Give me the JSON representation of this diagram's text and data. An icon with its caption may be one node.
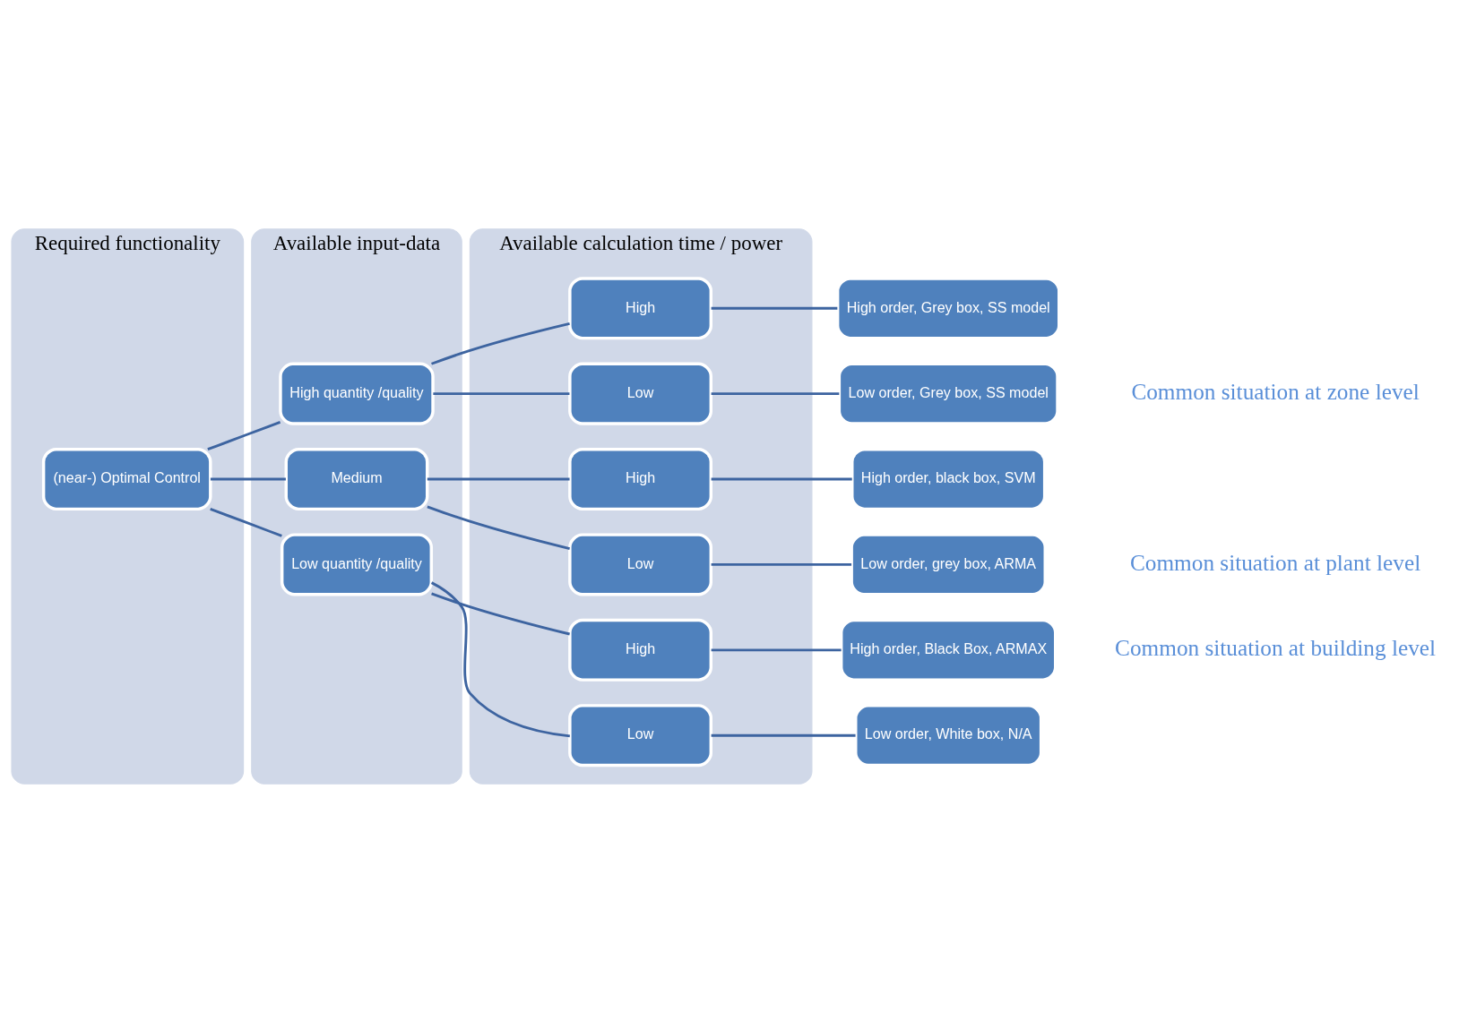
{
  "diagram": {
    "nodes": [
      {
        "text": [
          "Required functionality"
        ]
      },
      {
        "text": [
          "Available input-data"
        ]
      },
      {
        "text": [
          "Available calculation time / power"
        ]
      },
      {
        "text": [
          "(near-) Optimal Control"
        ],
        "in": 0
      },
      {
        "text": [
          "High quantity /quality"
        ],
        "in": 1
      },
      {
        "text": [
          "Medium"
        ],
        "in": 1
      },
      {
        "text": [
          "Low quantity /quality"
        ],
        "in": 1
      },
      {
        "text": [
          "High"
        ],
        "in": 2
      },
      {
        "text": [
          "Low"
        ],
        "in": 2
      },
      {
        "text": [
          "High"
        ],
        "in": 2
      },
      {
        "text": [
          "Low"
        ],
        "in": 2
      },
      {
        "text": [
          "High"
        ],
        "in": 2
      },
      {
        "text": [
          "Low"
        ],
        "in": 2
      },
      {
        "text": [
          "High order, Grey box, SS model"
        ]
      },
      {
        "text": [
          "Low order, Grey box, SS model"
        ]
      },
      {
        "text": [
          "High order, black box, SVM"
        ]
      },
      {
        "text": [
          "Low order, grey box, ARMA"
        ]
      },
      {
        "text": [
          "High order, Black Box, ARMAX"
        ]
      },
      {
        "text": [
          "Low order, White box, N/A"
        ]
      }
    ],
    "edges": [
      {
        "from": 3,
        "to": 4,
        "arrow": "none"
      },
      {
        "from": 3,
        "to": 5,
        "arrow": "none"
      },
      {
        "from": 3,
        "to": 6,
        "arrow": "none"
      },
      {
        "from": 4,
        "to": 7,
        "arrow": "none"
      },
      {
        "from": 4,
        "to": 8,
        "arrow": "none"
      },
      {
        "from": 5,
        "to": 9,
        "arrow": "none"
      },
      {
        "from": 5,
        "to": 10,
        "arrow": "none"
      },
      {
        "from": 6,
        "to": 11,
        "arrow": "none"
      },
      {
        "from": 6,
        "to": 12,
        "arrow": "none"
      },
      {
        "from": 7,
        "to": 13,
        "arrow": "none"
      },
      {
        "from": 8,
        "to": 14,
        "arrow": "none"
      },
      {
        "from": 9,
        "to": 15,
        "arrow": "none"
      },
      {
        "from": 10,
        "to": 16,
        "arrow": "none"
      },
      {
        "from": 11,
        "to": 17,
        "arrow": "none"
      },
      {
        "from": 12,
        "to": 18,
        "arrow": "none"
      }
    ],
    "labels": [
      "Common situation at zone level",
      "Common situation at plant level",
      "Common situation at building level"
    ]
  }
}
